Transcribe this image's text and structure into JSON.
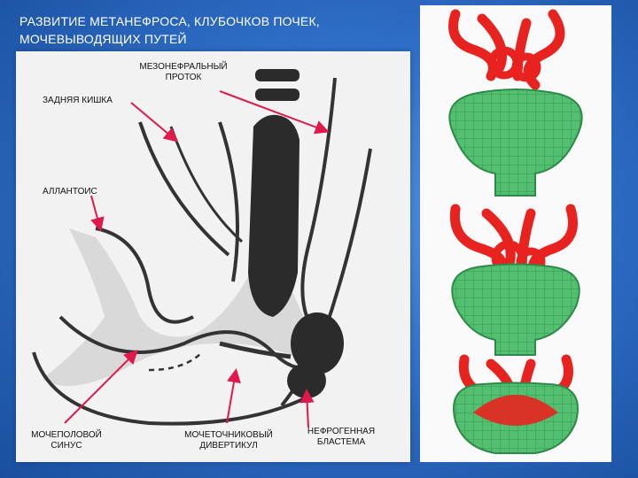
{
  "title": {
    "line1": "РАЗВИТИЕ МЕТАНЕФРОСА, КЛУБОЧКОВ ПОЧЕК,",
    "line2": "МОЧЕВЫВОДЯЩИХ ПУТЕЙ"
  },
  "labels": {
    "mesonephric_duct_1": "МЕЗОНЕФРАЛЬНЫЙ",
    "mesonephric_duct_2": "ПРОТОК",
    "hindgut": "ЗАДНЯЯ КИШКА",
    "allantois": "АЛЛАНТОИС",
    "urogenital_sinus_1": "МОЧЕПОЛОВОЙ",
    "urogenital_sinus_2": "СИНУС",
    "ureteric_bud_1": "МОЧЕТОЧНИКОВЫЙ",
    "ureteric_bud_2": "ДИВЕРТИКУЛ",
    "nephrogenic_blastema_1": "НЕФРОГЕННАЯ",
    "nephrogenic_blastema_2": "БЛАСТЕМА"
  },
  "colors": {
    "background": "#2f6fc8",
    "arrow": "#e0184c",
    "vessel": "#e8231f",
    "capsule": "#3fb060",
    "dark_structure": "#2b2b2b"
  }
}
